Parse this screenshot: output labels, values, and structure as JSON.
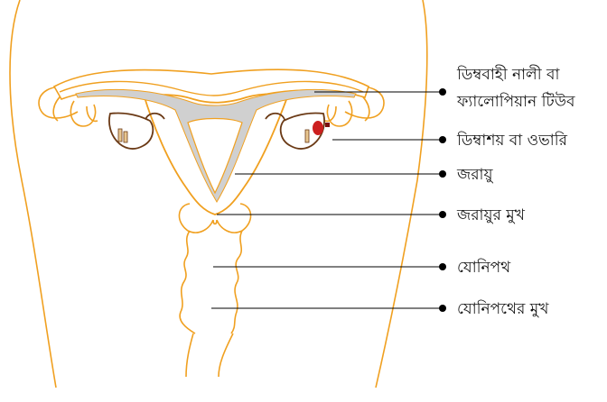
{
  "labels": {
    "fallopian_tube_line1": "ডিম্ববাহী নালী বা",
    "fallopian_tube_line2": "ফ্যালোপিয়ান টিউব",
    "ovary": "ডিম্বাশয় বা ওভারি",
    "uterus": "জরায়ু",
    "cervix": "জরায়ুর মুখ",
    "vagina": "যোনিপথ",
    "vaginal_opening": "যোনিপথের মুখ"
  },
  "colors": {
    "organ_outline": "#f0a020",
    "uterus_cavity": "#d0d0d0",
    "ovary_outline": "#6b3a16",
    "follicle_fill": "#e8c790",
    "mature_follicle": "#cc1f1f",
    "body_outline": "#f0a020",
    "leader_line": "#000000"
  }
}
